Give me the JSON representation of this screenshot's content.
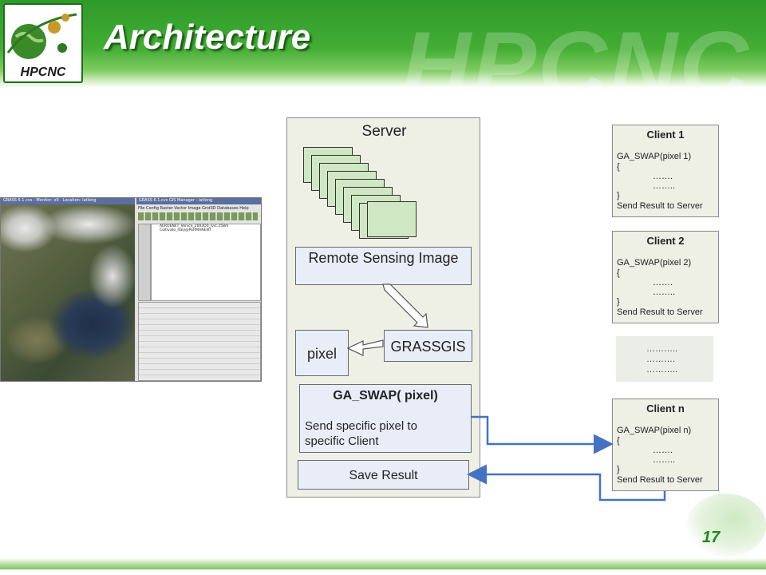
{
  "header": {
    "title": "Architecture",
    "logo_text": "HPCNC",
    "background_brand": "HPCNC"
  },
  "screenshot": {
    "monitor_title": "GRASS 6.1.cvs - Monitor: x0 - Location: latlong",
    "manager_title": "GRASS 6.1.cvs GIS Manager - latlong",
    "menu": "File  Config  Raster  Vector  Image  Grid3D  Databases  Help",
    "layers": [
      "AEROENET_Venice_2003O0_lvrc.258m",
      "Coltivato_Italy@PERMANENT"
    ]
  },
  "server": {
    "label": "Server",
    "remote_sensing": "Remote Sensing Image",
    "grassgis": "GRASSGIS",
    "pixel": "pixel",
    "gaswap_title": "GA_SWAP( pixel)",
    "gaswap_body_1": "Send specific pixel to",
    "gaswap_body_2": "specific Client",
    "save_result": "Save Result"
  },
  "clients": [
    {
      "title": "Client 1",
      "call": "GA_SWAP(pixel 1)",
      "open": "{",
      "dots1": "…….",
      "dots2": "……..",
      "close": "}",
      "send": "Send Result to Server"
    },
    {
      "title": "Client 2",
      "call": "GA_SWAP(pixel 2)",
      "open": "{",
      "dots1": "…….",
      "dots2": "……..",
      "close": "}",
      "send": "Send Result to Server"
    },
    {
      "title": "Client n",
      "call": "GA_SWAP(pixel n)",
      "open": "{",
      "dots1": "…….",
      "dots2": "……..",
      "close": "}",
      "send": "Send Result to Server"
    }
  ],
  "ellipsis_lines": [
    "………..",
    "……….",
    "……….."
  ],
  "footer": {
    "page_number": "17"
  },
  "colors": {
    "header_green": "#3aa32e",
    "connector_blue": "#4472c4",
    "box_fill": "#e9edf8",
    "panel_fill": "#eef0e6"
  }
}
